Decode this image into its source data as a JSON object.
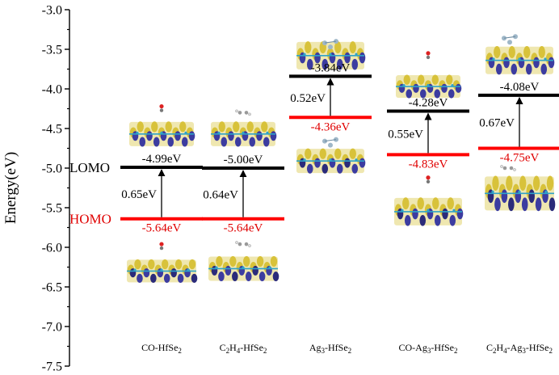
{
  "chart_data": {
    "type": "energy-level",
    "ylabel": "Energy(eV)",
    "ylim": [
      -7.5,
      -3.0
    ],
    "yticks": [
      -3.0,
      -3.5,
      -4.0,
      -4.5,
      -5.0,
      -5.5,
      -6.0,
      -6.5,
      -7.0,
      -7.5
    ],
    "ytick_labels": [
      "-3.0",
      "-3.5",
      "-4.0",
      "-4.5",
      "-5.0",
      "-5.5",
      "-6.0",
      "-6.5",
      "-7.0",
      "-7.5"
    ],
    "level_labels": {
      "lomo": "LOMO",
      "homo": "HOMO"
    },
    "colors": {
      "lumo": "#000000",
      "homo": "#ff0000",
      "orbital_yellow": "#d8c23a",
      "orbital_blue": "#3c3ca0",
      "atom_cyan": "#2fa3c8"
    },
    "systems": [
      {
        "name": "CO-HfSe",
        "sub": "2",
        "parts": [
          [
            "CO-HfSe",
            ""
          ],
          [
            "2",
            "sub"
          ]
        ],
        "lumo": -4.99,
        "homo": -5.64,
        "lumo_label": "-4.99eV",
        "homo_label": "-5.64eV",
        "gap_label": "0.65eV"
      },
      {
        "name": "C2H4-HfSe2",
        "parts": [
          [
            "C",
            ""
          ],
          [
            "2",
            "sub"
          ],
          [
            "H",
            ""
          ],
          [
            "4",
            "sub"
          ],
          [
            "-HfSe",
            ""
          ],
          [
            "2",
            "sub"
          ]
        ],
        "lumo": -5.0,
        "homo": -5.64,
        "lumo_label": "-5.00eV",
        "homo_label": "-5.64eV",
        "gap_label": "0.64eV"
      },
      {
        "name": "Ag3-HfSe2",
        "parts": [
          [
            "Ag",
            ""
          ],
          [
            "3",
            "sub"
          ],
          [
            "-HfSe",
            ""
          ],
          [
            "2",
            "sub"
          ]
        ],
        "lumo": -3.84,
        "homo": -4.36,
        "lumo_label": "-3.84eV",
        "homo_label": "-4.36eV",
        "gap_label": "0.52eV"
      },
      {
        "name": "CO-Ag3-HfSe2",
        "parts": [
          [
            "CO-Ag",
            ""
          ],
          [
            "3",
            "sub"
          ],
          [
            "-HfSe",
            ""
          ],
          [
            "2",
            "sub"
          ]
        ],
        "lumo": -4.28,
        "homo": -4.83,
        "lumo_label": "-4.28eV",
        "homo_label": "-4.83eV",
        "gap_label": "0.55eV"
      },
      {
        "name": "C2H4-Ag3-HfSe2",
        "parts": [
          [
            "C",
            ""
          ],
          [
            "2",
            "sub"
          ],
          [
            "H",
            ""
          ],
          [
            "4",
            "sub"
          ],
          [
            "-Ag",
            ""
          ],
          [
            "3",
            "sub"
          ],
          [
            "-HfSe",
            ""
          ],
          [
            "2",
            "sub"
          ]
        ],
        "lumo": -4.08,
        "homo": -4.75,
        "lumo_label": "-4.08eV",
        "homo_label": "-4.75eV",
        "gap_label": "0.67eV"
      }
    ]
  }
}
